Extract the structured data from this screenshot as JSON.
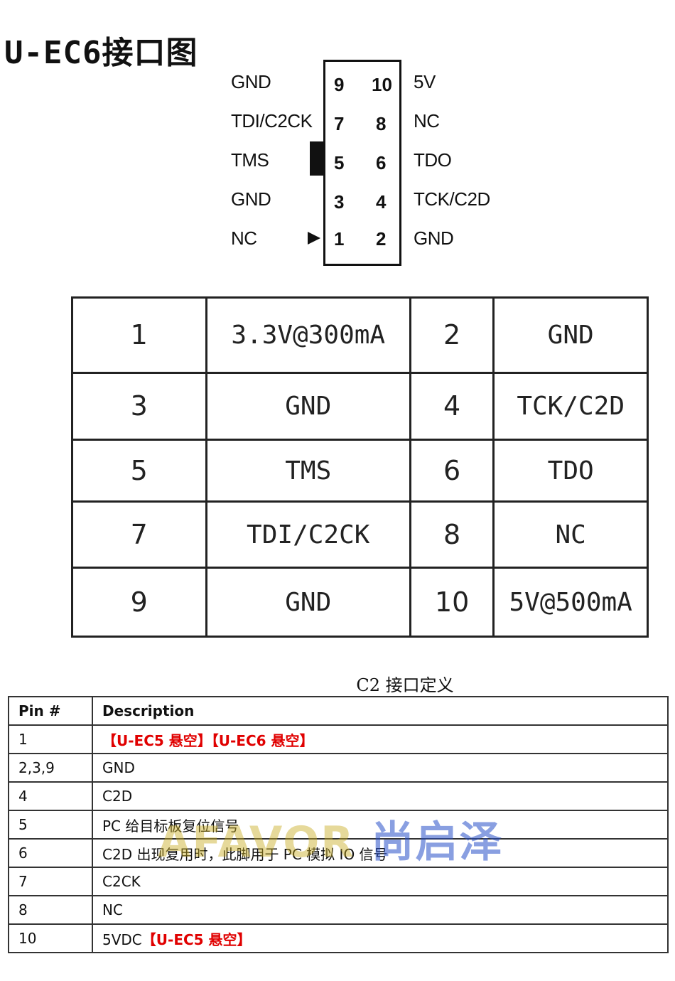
{
  "title": "U-EC6接口图",
  "connector": {
    "left_signals": [
      "GND",
      "TDI/C2CK",
      "TMS",
      "GND",
      "NC"
    ],
    "left_pins": [
      "9",
      "7",
      "5",
      "3",
      "1"
    ],
    "right_pins": [
      "10",
      "8",
      "6",
      "4",
      "2"
    ],
    "right_signals": [
      "5V",
      "NC",
      "TDO",
      "TCK/C2D",
      "GND"
    ]
  },
  "pin_table": [
    {
      "a_num": "1",
      "a_sig": "3.3V@300mA",
      "b_num": "2",
      "b_sig": "GND"
    },
    {
      "a_num": "3",
      "a_sig": "GND",
      "b_num": "4",
      "b_sig": "TCK/C2D"
    },
    {
      "a_num": "5",
      "a_sig": "TMS",
      "b_num": "6",
      "b_sig": "TDO"
    },
    {
      "a_num": "7",
      "a_sig": "TDI/C2CK",
      "b_num": "8",
      "b_sig": "NC"
    },
    {
      "a_num": "9",
      "a_sig": "GND",
      "b_num": "10",
      "b_sig": "5V@500mA"
    }
  ],
  "caption": "C2 接口定义",
  "desc_table": {
    "headers": [
      "Pin #",
      "Description"
    ],
    "rows": [
      {
        "pin": "1",
        "text": "",
        "red": "【U-EC5 悬空】【U-EC6 悬空】"
      },
      {
        "pin": "2,3,9",
        "text": "GND",
        "red": ""
      },
      {
        "pin": "4",
        "text": "C2D",
        "red": ""
      },
      {
        "pin": "5",
        "text": "PC 给目标板复位信号",
        "red": ""
      },
      {
        "pin": "6",
        "text": "C2D 出现复用时，此脚用于 PC 模拟 IO 信号",
        "red": ""
      },
      {
        "pin": "7",
        "text": "C2CK",
        "red": ""
      },
      {
        "pin": "8",
        "text": "NC",
        "red": ""
      },
      {
        "pin": "10",
        "text": "5VDC",
        "red": "【U-EC5 悬空】"
      }
    ]
  },
  "watermark": {
    "latin": "AFAVOR",
    "cn": "尚启泽"
  }
}
